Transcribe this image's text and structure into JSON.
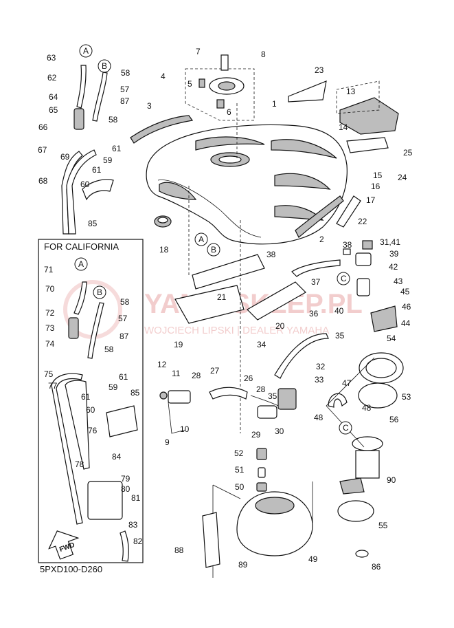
{
  "diagram": {
    "inset_title": "FOR CALIFORNIA",
    "drawing_code": "5PXD100-D260",
    "fwd_label": "FWD",
    "watermark_main": "YAMA-SKLEP.PL",
    "watermark_sub": "WOJCIECH LIPSKI | DEALER YAMAHA",
    "callout_letters": [
      "A",
      "B",
      "C"
    ],
    "part_numbers": [
      "1",
      "2",
      "3",
      "4",
      "5",
      "6",
      "7",
      "8",
      "9",
      "10",
      "11",
      "12",
      "13",
      "14",
      "15",
      "16",
      "17",
      "18",
      "19",
      "20",
      "21",
      "22",
      "23",
      "24",
      "25",
      "26",
      "27",
      "28",
      "29",
      "30",
      "31,41",
      "32",
      "33",
      "34",
      "35",
      "36",
      "37",
      "38",
      "39",
      "40",
      "42",
      "43",
      "44",
      "45",
      "46",
      "47",
      "48",
      "49",
      "50",
      "51",
      "52",
      "53",
      "54",
      "55",
      "56",
      "57",
      "58",
      "59",
      "60",
      "61",
      "62",
      "63",
      "64",
      "65",
      "66",
      "67",
      "68",
      "69",
      "70",
      "71",
      "72",
      "73",
      "74",
      "75",
      "76",
      "77",
      "78",
      "79",
      "80",
      "81",
      "82",
      "83",
      "84",
      "85",
      "86",
      "87",
      "88",
      "89",
      "90"
    ]
  }
}
